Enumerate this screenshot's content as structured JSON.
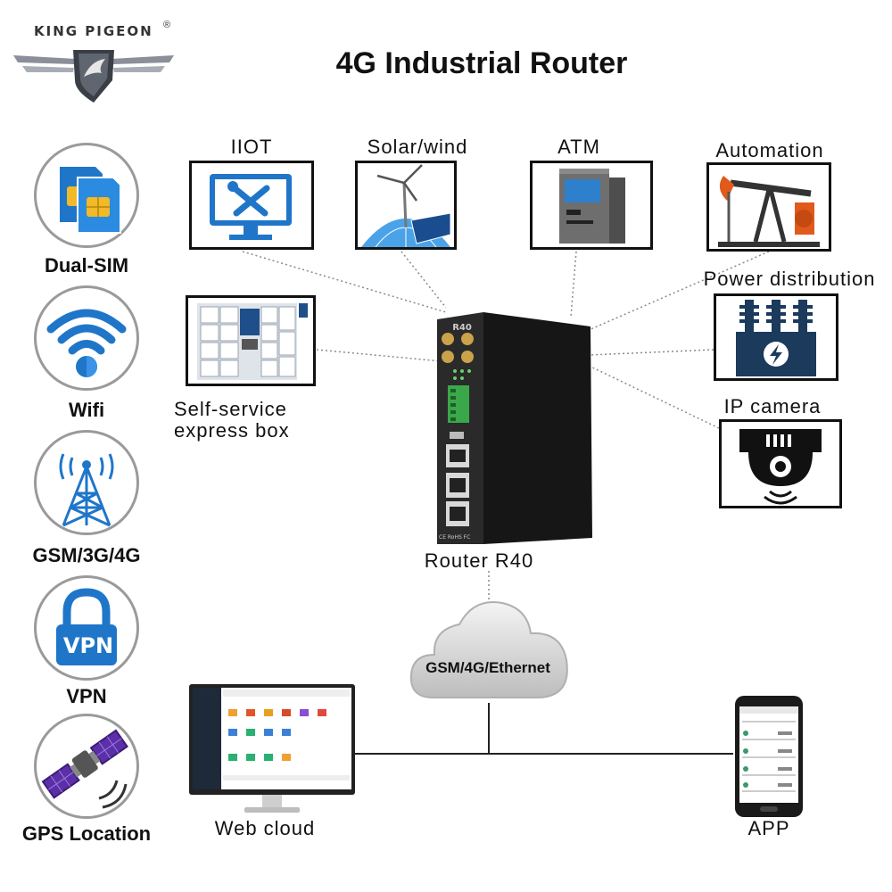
{
  "brand": {
    "name": "KING PIGEON",
    "registered": "®"
  },
  "title": "4G Industrial Router",
  "features": [
    {
      "label": "Dual-SIM",
      "icon": "dual-sim-icon"
    },
    {
      "label": "Wifi",
      "icon": "wifi-icon"
    },
    {
      "label": "GSM/3G/4G",
      "icon": "cell-tower-icon"
    },
    {
      "label": "VPN",
      "icon": "vpn-lock-icon",
      "badge": "VPN"
    },
    {
      "label": "GPS Location",
      "icon": "satellite-icon"
    }
  ],
  "applications": {
    "iiot": "IIOT",
    "solar": "Solar/wind",
    "atm": "ATM",
    "automation": "Automation",
    "power": "Power distribution",
    "camera": "IP camera",
    "express_line1": "Self-service",
    "express_line2": "express box"
  },
  "router": {
    "label": "Router R40",
    "model": "R40",
    "marks": "CE RoHS FC"
  },
  "network": {
    "cloud_label": "GSM/4G/Ethernet"
  },
  "clients": {
    "web": "Web cloud",
    "app": "APP"
  },
  "colors": {
    "accent_blue": "#1f76c9",
    "cloud_gray": "#d6d6d6",
    "router_body": "#1e1e1e"
  }
}
